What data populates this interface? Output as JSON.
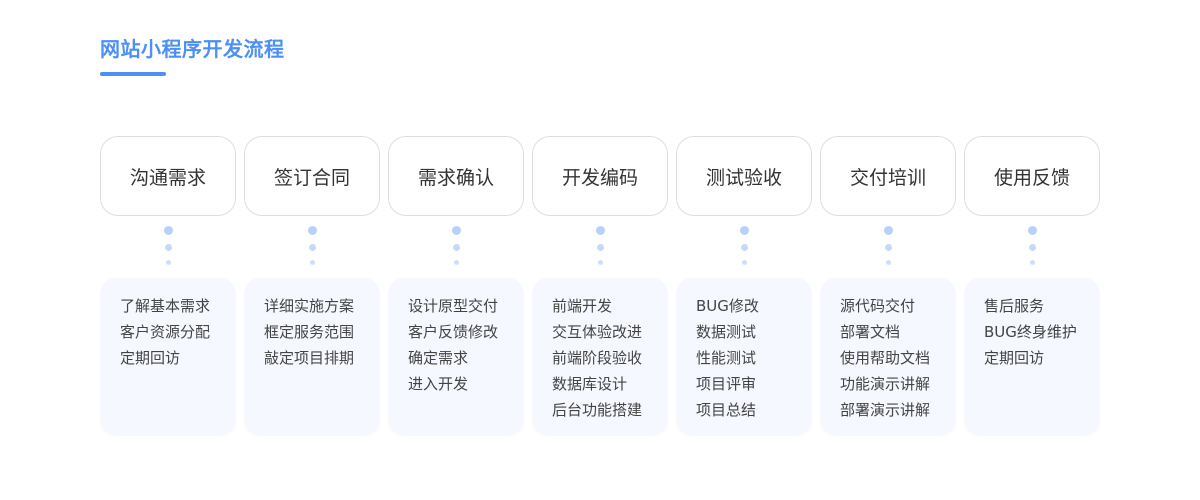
{
  "title": "网站小程序开发流程",
  "accent_color": "#4c8ff7",
  "steps": [
    {
      "name": "沟通需求",
      "items": [
        "了解基本需求",
        "客户资源分配",
        "定期回访"
      ]
    },
    {
      "name": "签订合同",
      "items": [
        "详细实施方案",
        "框定服务范围",
        "敲定项目排期"
      ]
    },
    {
      "name": "需求确认",
      "items": [
        "设计原型交付",
        "客户反馈修改",
        "确定需求",
        "进入开发"
      ]
    },
    {
      "name": "开发编码",
      "items": [
        "前端开发",
        "交互体验改进",
        "前端阶段验收",
        "数据库设计",
        "后台功能搭建"
      ]
    },
    {
      "name": "测试验收",
      "items": [
        "BUG修改",
        "数据测试",
        "性能测试",
        "项目评审",
        "项目总结"
      ]
    },
    {
      "name": "交付培训",
      "items": [
        "源代码交付",
        "部署文档",
        "使用帮助文档",
        "功能演示讲解",
        "部署演示讲解"
      ]
    },
    {
      "name": "使用反馈",
      "items": [
        "售后服务",
        "BUG终身维护",
        "定期回访"
      ]
    }
  ]
}
